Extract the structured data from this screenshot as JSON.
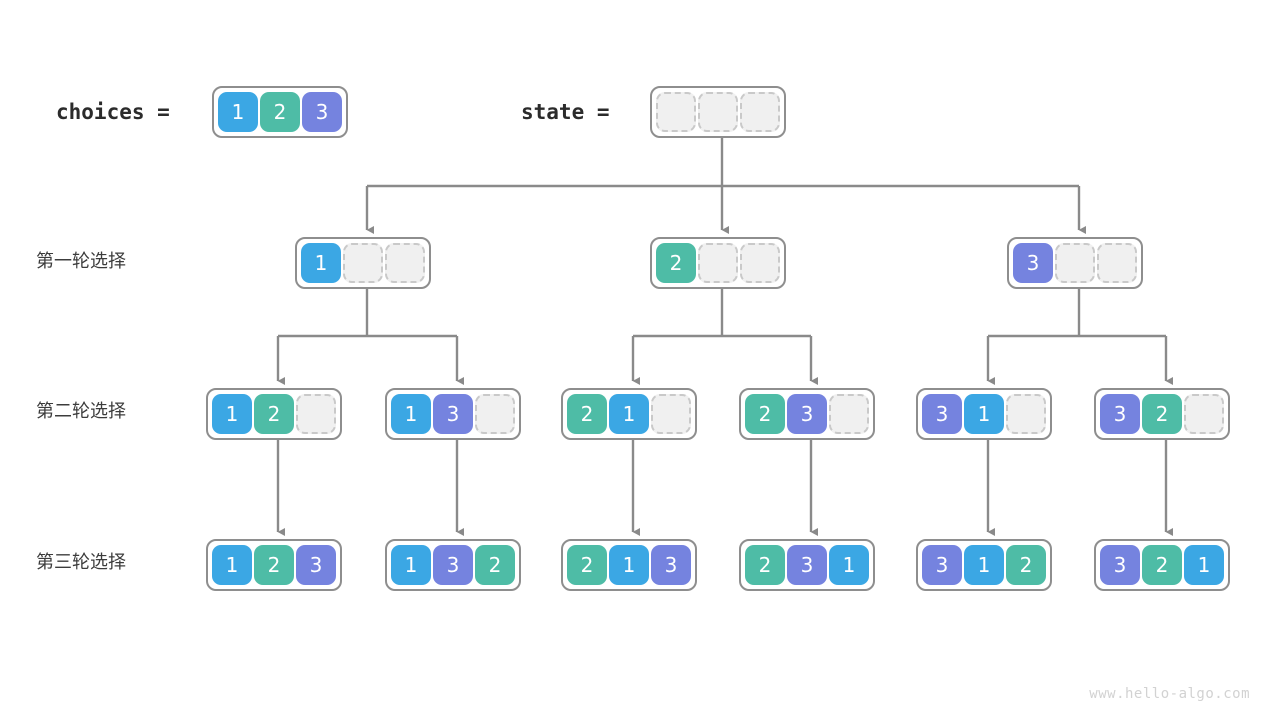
{
  "meta": {
    "watermark": "www.hello-algo.com",
    "colors": {
      "value_1": "#3BA7E4",
      "value_2": "#4EBCA6",
      "value_3": "#7583DF",
      "empty_fill": "#f0f0f0",
      "empty_border": "#c9c9c9",
      "container_border": "#8e8e8e",
      "edge": "#8a8a8a",
      "text": "#3c3c3c",
      "watermark": "#d2d2d2"
    }
  },
  "header": {
    "choices_label": "choices =",
    "choices_values": [
      "1",
      "2",
      "3"
    ],
    "state_label": "state =",
    "state_values": [
      "",
      "",
      ""
    ]
  },
  "row_labels": [
    "第一轮选择",
    "第二轮选择",
    "第三轮选择"
  ],
  "levels": {
    "level1": [
      {
        "cells": [
          "1",
          "",
          ""
        ]
      },
      {
        "cells": [
          "2",
          "",
          ""
        ]
      },
      {
        "cells": [
          "3",
          "",
          ""
        ]
      }
    ],
    "level2": [
      {
        "cells": [
          "1",
          "2",
          ""
        ]
      },
      {
        "cells": [
          "1",
          "3",
          ""
        ]
      },
      {
        "cells": [
          "2",
          "1",
          ""
        ]
      },
      {
        "cells": [
          "2",
          "3",
          ""
        ]
      },
      {
        "cells": [
          "3",
          "1",
          ""
        ]
      },
      {
        "cells": [
          "3",
          "2",
          ""
        ]
      }
    ],
    "level3": [
      {
        "cells": [
          "1",
          "2",
          "3"
        ]
      },
      {
        "cells": [
          "1",
          "3",
          "2"
        ]
      },
      {
        "cells": [
          "2",
          "1",
          "3"
        ]
      },
      {
        "cells": [
          "2",
          "3",
          "1"
        ]
      },
      {
        "cells": [
          "3",
          "1",
          "2"
        ]
      },
      {
        "cells": [
          "3",
          "2",
          "1"
        ]
      }
    ]
  }
}
